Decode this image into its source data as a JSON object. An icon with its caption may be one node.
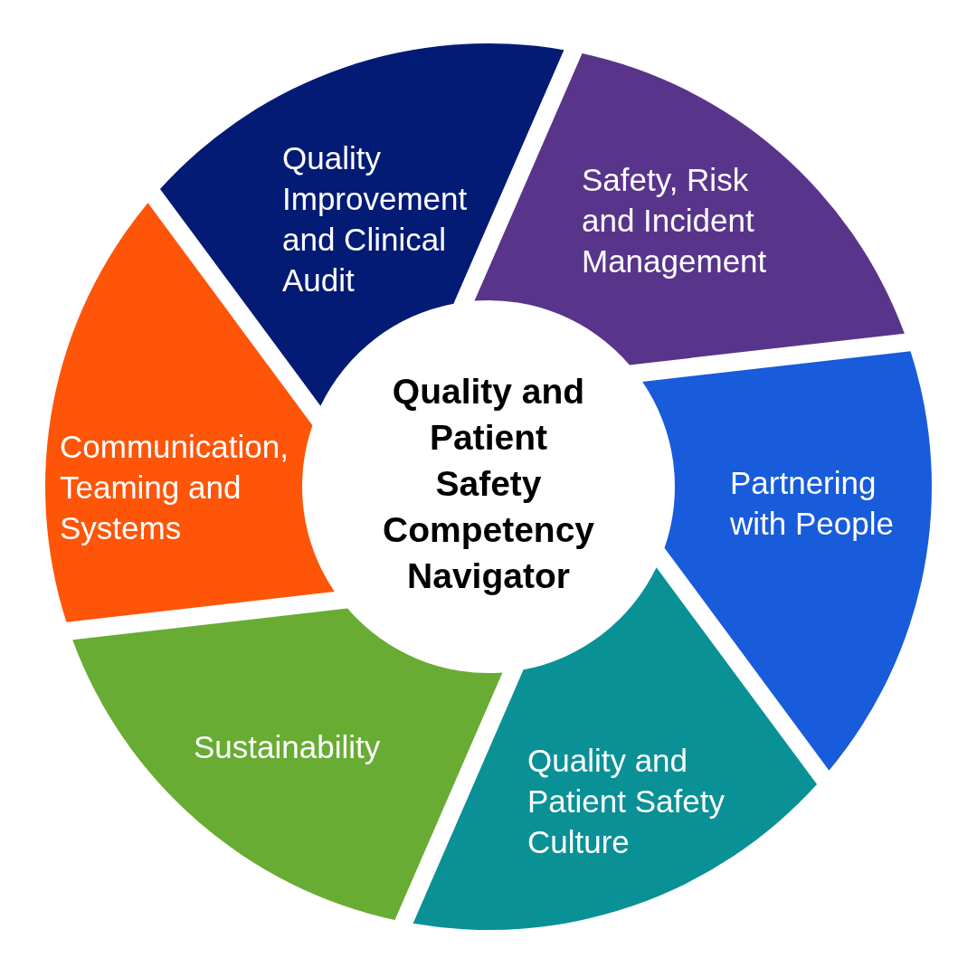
{
  "diagram": {
    "nodes": [
      {
        "text": [
          "Quality and Patient Safety Competency Navigator"
        ]
      },
      {
        "text": [
          "Quality Improvement and Clinical Audit"
        ]
      },
      {
        "text": [
          "Safety, Risk and Incident Management"
        ]
      },
      {
        "text": [
          "Partnering with People"
        ]
      },
      {
        "text": [
          "Quality and Patient Safety Culture"
        ]
      },
      {
        "text": [
          "Sustainability"
        ]
      },
      {
        "text": [
          "Communication, Teaming and Systems"
        ]
      }
    ]
  }
}
